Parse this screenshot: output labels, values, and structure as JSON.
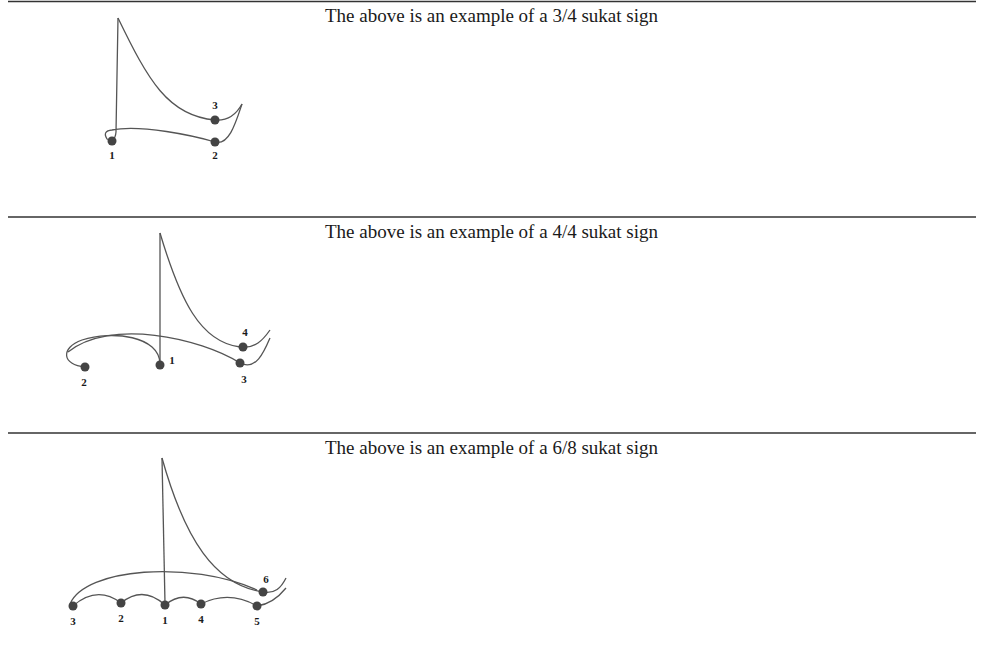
{
  "diagram": {
    "labels": [
      "3",
      "1",
      "2",
      "The above is an example of a 3/4 sukat sign",
      "4",
      "2",
      "1",
      "3",
      "The above is an example of a 4/4 sukat sign",
      "6",
      "3",
      "2",
      "1",
      "4",
      "5",
      "The above is an example of a 6/8 sukat sign"
    ]
  }
}
